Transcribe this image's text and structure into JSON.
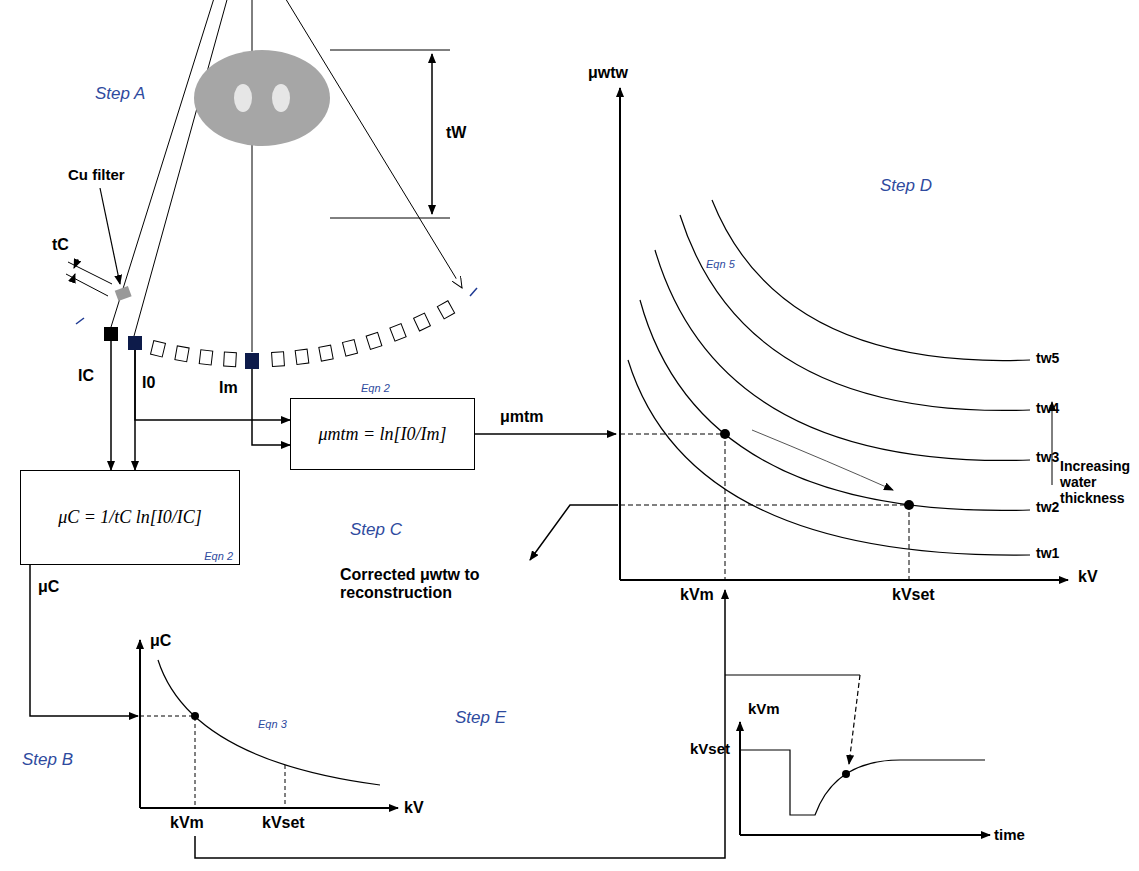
{
  "diagram": {
    "nodes": [
      {
        "text": [
          "IC"
        ]
      },
      {
        "text": [
          "I0"
        ]
      },
      {
        "text": [
          "Im"
        ]
      },
      {
        "text": [
          "μC = 1/tC ln[I0/IC]",
          "Eqn 2"
        ]
      },
      {
        "text": [
          "μmtm = ln[I0/Im]",
          "Eqn 2"
        ]
      }
    ],
    "edges": [
      {
        "from": 0,
        "to": 3,
        "arrow": "to"
      },
      {
        "from": 1,
        "to": 3,
        "arrow": "to"
      },
      {
        "from": 1,
        "to": 4,
        "arrow": "to"
      },
      {
        "from": 2,
        "to": 4,
        "arrow": "to"
      }
    ],
    "labels": [
      "Step A",
      "Cu filter",
      "tC",
      "tW",
      "μC",
      "μC",
      "Eqn 3",
      "kV",
      "kVm",
      "kVset",
      "Step B",
      "Step C",
      "μmtm",
      "μwtw",
      "Step D",
      "Eqn 5",
      "tw5",
      "tw4",
      "tw3",
      "tw2",
      "tw1",
      "Increasing water thickness",
      "kV",
      "kVm",
      "kVset",
      "Corrected μwtw to reconstruction",
      "Step E",
      "kVm",
      "kVset",
      "time"
    ]
  }
}
